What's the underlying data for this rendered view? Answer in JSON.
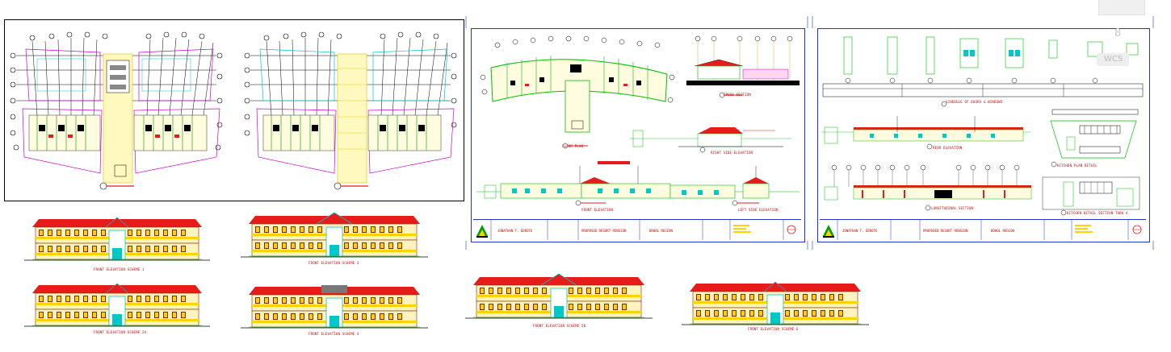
{
  "viewcube": {
    "wcs_label": "WCS",
    "number": "8"
  },
  "sheet1": {
    "plan_labels": [
      "",
      ""
    ]
  },
  "sheet2": {
    "labels": {
      "floor_plan": "FLOOR PLAN",
      "cross_section": "CROSS SECTION",
      "right_side_elevation": "RIGHT SIDE ELEVATION",
      "front_elevation": "FRONT ELEVATION",
      "left_side_elevation": "LEFT SIDE ELEVATION"
    },
    "title_block": {
      "author": "JONATHAN T. EDROTE",
      "project": "PROPOSED RESORT PENSION",
      "location": "BOHOL REGION"
    }
  },
  "sheet3": {
    "labels": {
      "schedule": "SCHEDULE OF DOORS & WINDOWS",
      "rear_elevation": "REAR ELEVATION",
      "kitchen_plan_detail": "KITCHEN PLAN DETAIL",
      "longitudinal_section": "LONGITUDINAL SECTION",
      "kitchen_detail_section": "KITCHEN DETAIL SECTION THRU A"
    },
    "title_block": {
      "author": "JONATHAN T. EDROTE",
      "project": "PROPOSED RESORT PENSION",
      "location": "BOHOL REGION"
    }
  },
  "elevations": [
    {
      "label": "FRONT ELEVATION SCHEME 1"
    },
    {
      "label": "FRONT ELEVATION SCHEME 3"
    },
    {
      "label": "FRONT ELEVATION SCHEME 2A"
    },
    {
      "label": "FRONT ELEVATION SCHEME 4"
    },
    {
      "label": "FRONT ELEVATION SCHEME 5B"
    },
    {
      "label": "FRONT ELEVATION SCHEME 6"
    }
  ],
  "colors": {
    "roof": "#e81b1b",
    "wall": "#ffd200",
    "trim": "#00c8c8",
    "green": "#00c000",
    "sheet_border": "#2233cc"
  }
}
